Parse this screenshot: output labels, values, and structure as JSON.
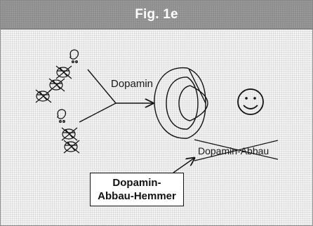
{
  "figure": {
    "title": "Fig. 1e"
  },
  "labels": {
    "dopamine": "Dopamin",
    "degradation": "Dopamin-Abbau"
  },
  "inhibitor_box": {
    "line1": "Dopamin-",
    "line2": "Abbau-Hemmer"
  },
  "icons": {
    "smiley": "smiley-face-icon",
    "receptor": "receptor-icon",
    "degradation_cross": "cross-out-icon"
  }
}
